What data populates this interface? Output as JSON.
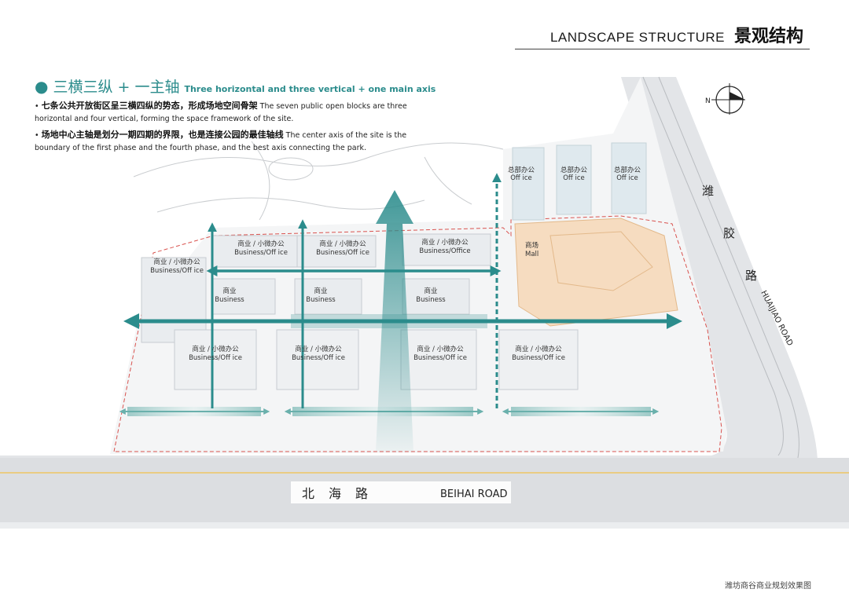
{
  "header": {
    "title_en": "LANDSCAPE STRUCTURE",
    "title_cn": "景观结构"
  },
  "headline": {
    "cn": "三横三纵 + 一主轴",
    "en": "Three horizontal and three vertical + one main axis"
  },
  "bullets": [
    {
      "cn": "七条公共开放街区呈三横四纵的势态，形成场地空间骨架",
      "en": "The seven public open blocks are three horizontal and four vertical, forming the space framework of the site."
    },
    {
      "cn": "场地中心主轴是划分一期四期的界限，也是连接公园的最佳轴线",
      "en": "The center axis of the site is the boundary of the first phase and the fourth phase, and the best axis connecting the park."
    }
  ],
  "compass": {
    "label": "N"
  },
  "labels": {
    "office_cn": "总部办公",
    "office_en": "Off ice",
    "bo_cn": "商业 / 小微办公",
    "bo_en": "Business/Off ice",
    "bo_cn_alt": "商业 / 小微办公",
    "bo_en_alt": "Business/Office",
    "biz_cn": "商业",
    "biz_en": "Business",
    "mall_cn": "商场",
    "mall_en": "Mall"
  },
  "roads": {
    "huajiao_cn": [
      "潍",
      "胶",
      "路"
    ],
    "huajiao_en": "HUAIJIAO ROAD",
    "beihai_cn": "北海路",
    "beihai_en": "BEIHAI ROAD"
  },
  "caption": "潍坊商谷商业规划效果图",
  "colors": {
    "axis_teal": "#2b8c8c",
    "mall_fill": "#f6dcc0",
    "boundary": "#d9534f"
  }
}
